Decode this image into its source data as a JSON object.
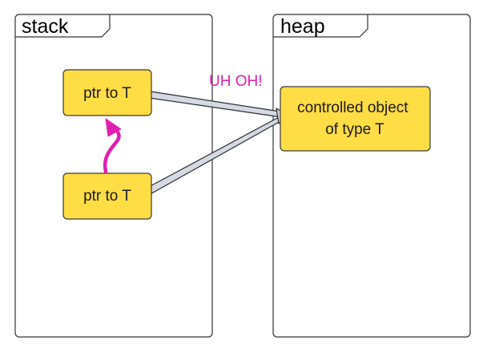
{
  "colors": {
    "box_fill": "#FFDD44",
    "box_stroke": "#3a3a3a",
    "pointer_fill": "#D5D9E4",
    "pointer_stroke": "#2e2e2e",
    "warning": "#E020B0",
    "panel_stroke": "#333333"
  },
  "panels": {
    "stack": {
      "title": "stack"
    },
    "heap": {
      "title": "heap"
    }
  },
  "boxes": {
    "ptr_top": {
      "label": "ptr to T"
    },
    "ptr_bottom": {
      "label": "ptr to T"
    },
    "controlled_object": {
      "line1": "controlled object",
      "line2": "of type T"
    }
  },
  "annotation": {
    "text": "UH OH!"
  },
  "icons": {
    "pointer_arrows": "arrow-icon",
    "copy_arrow": "curved-arrow-icon"
  }
}
